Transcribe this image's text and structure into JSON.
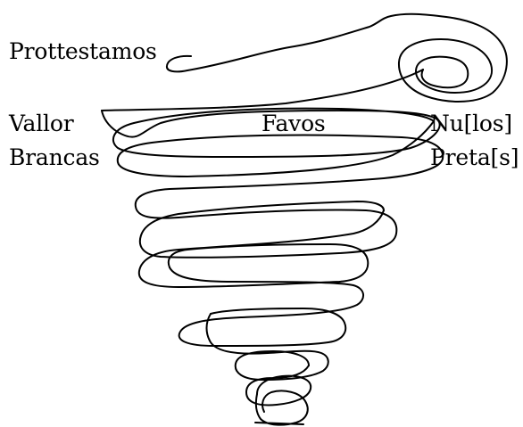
{
  "labels": {
    "protestamos": "Prottestamos",
    "vallor": "Vallor",
    "favos": "Favos",
    "nulos": "Nu[los]",
    "brancas": "Brancas",
    "pretas": "Preta[s]"
  }
}
